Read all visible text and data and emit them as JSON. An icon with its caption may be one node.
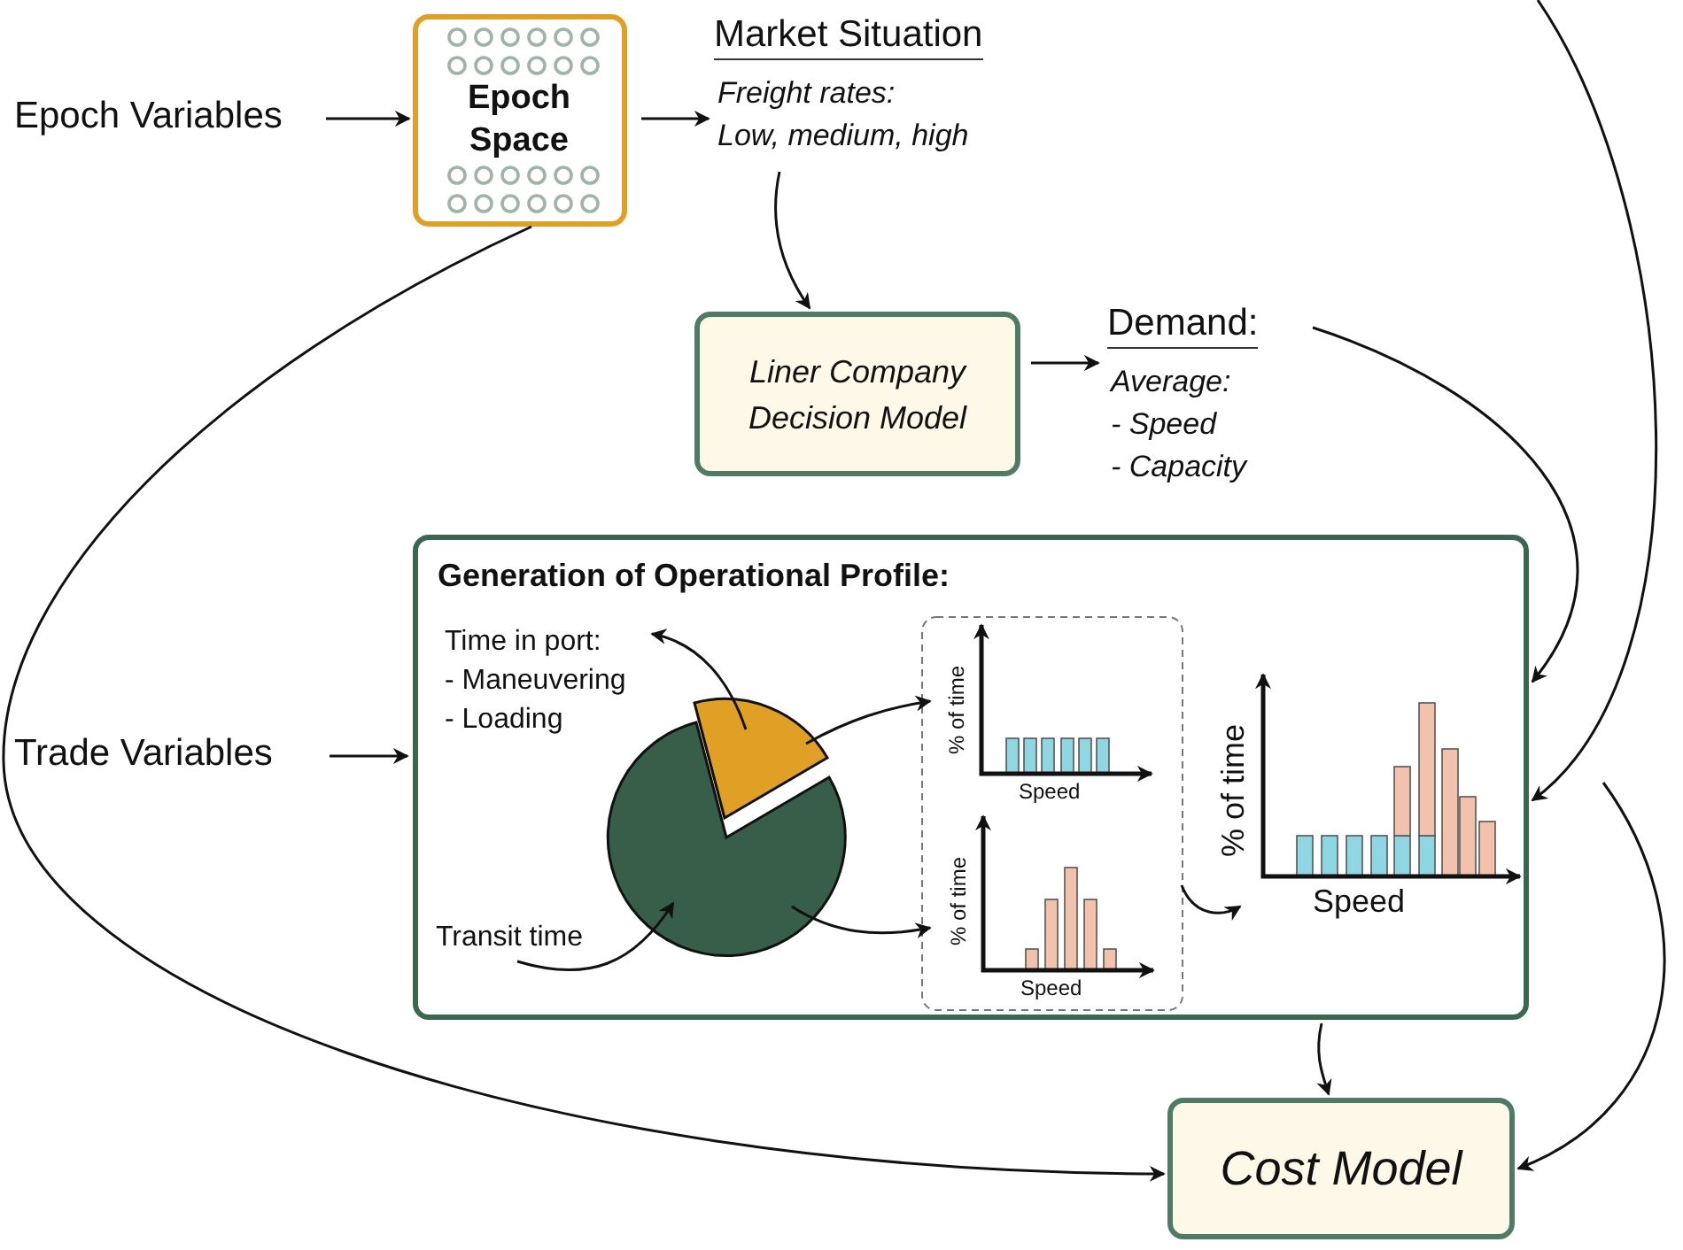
{
  "diagram": {
    "nodes": [
      {
        "text": [
          "Epoch Variables"
        ]
      },
      {
        "text": [
          "Epoch Space"
        ]
      },
      {
        "text": [
          "Market Situation",
          "Freight rates: Low, medium, high"
        ]
      },
      {
        "text": [
          "Liner Company Decision Model"
        ]
      },
      {
        "text": [
          "Demand:",
          "Average: - Speed - Capacity"
        ]
      },
      {
        "text": [
          "Trade Variables"
        ]
      },
      {
        "text": [
          "Generation of Operational Profile:"
        ]
      },
      {
        "text": [
          "Time in port: - Maneuvering - Loading"
        ],
        "in": 6
      },
      {
        "text": [
          "Transit time"
        ],
        "in": 6
      },
      {
        "text": [],
        "shape": "wedge",
        "in": 6
      },
      {
        "text": [],
        "shape": "wedge",
        "in": 6
      },
      {
        "text": [],
        "shape": "box",
        "in": 6
      },
      {
        "text": [
          "% of time",
          "Speed"
        ],
        "in": 11
      },
      {
        "text": [
          "% of time",
          "Speed"
        ],
        "in": 11
      },
      {
        "text": [
          "% of time",
          "Speed"
        ],
        "in": 6
      },
      {
        "text": [
          "Cost Model"
        ]
      }
    ],
    "edges": [
      {
        "from": 0,
        "to": 1,
        "arrow": "to"
      },
      {
        "from": 1,
        "to": 2,
        "arrow": "to"
      },
      {
        "from": 2,
        "to": 3,
        "arrow": "to"
      },
      {
        "from": 3,
        "to": 4,
        "arrow": "to"
      },
      {
        "from": 4,
        "to": 6,
        "arrow": "to"
      },
      {
        "from": null,
        "to": 6,
        "arrow": "to"
      },
      {
        "from": 5,
        "to": 6,
        "arrow": "to"
      },
      {
        "from": 1,
        "to": 15,
        "arrow": "to"
      },
      {
        "from": 6,
        "to": 15,
        "arrow": "to"
      },
      {
        "from": null,
        "to": 15,
        "arrow": "to"
      },
      {
        "from": 9,
        "to": 7,
        "arrow": "to"
      },
      {
        "from": 8,
        "to": 10,
        "arrow": "to"
      },
      {
        "from": 9,
        "to": 12,
        "arrow": "to"
      },
      {
        "from": 10,
        "to": 13,
        "arrow": "to"
      },
      {
        "from": 11,
        "to": 14,
        "arrow": "to"
      }
    ]
  }
}
